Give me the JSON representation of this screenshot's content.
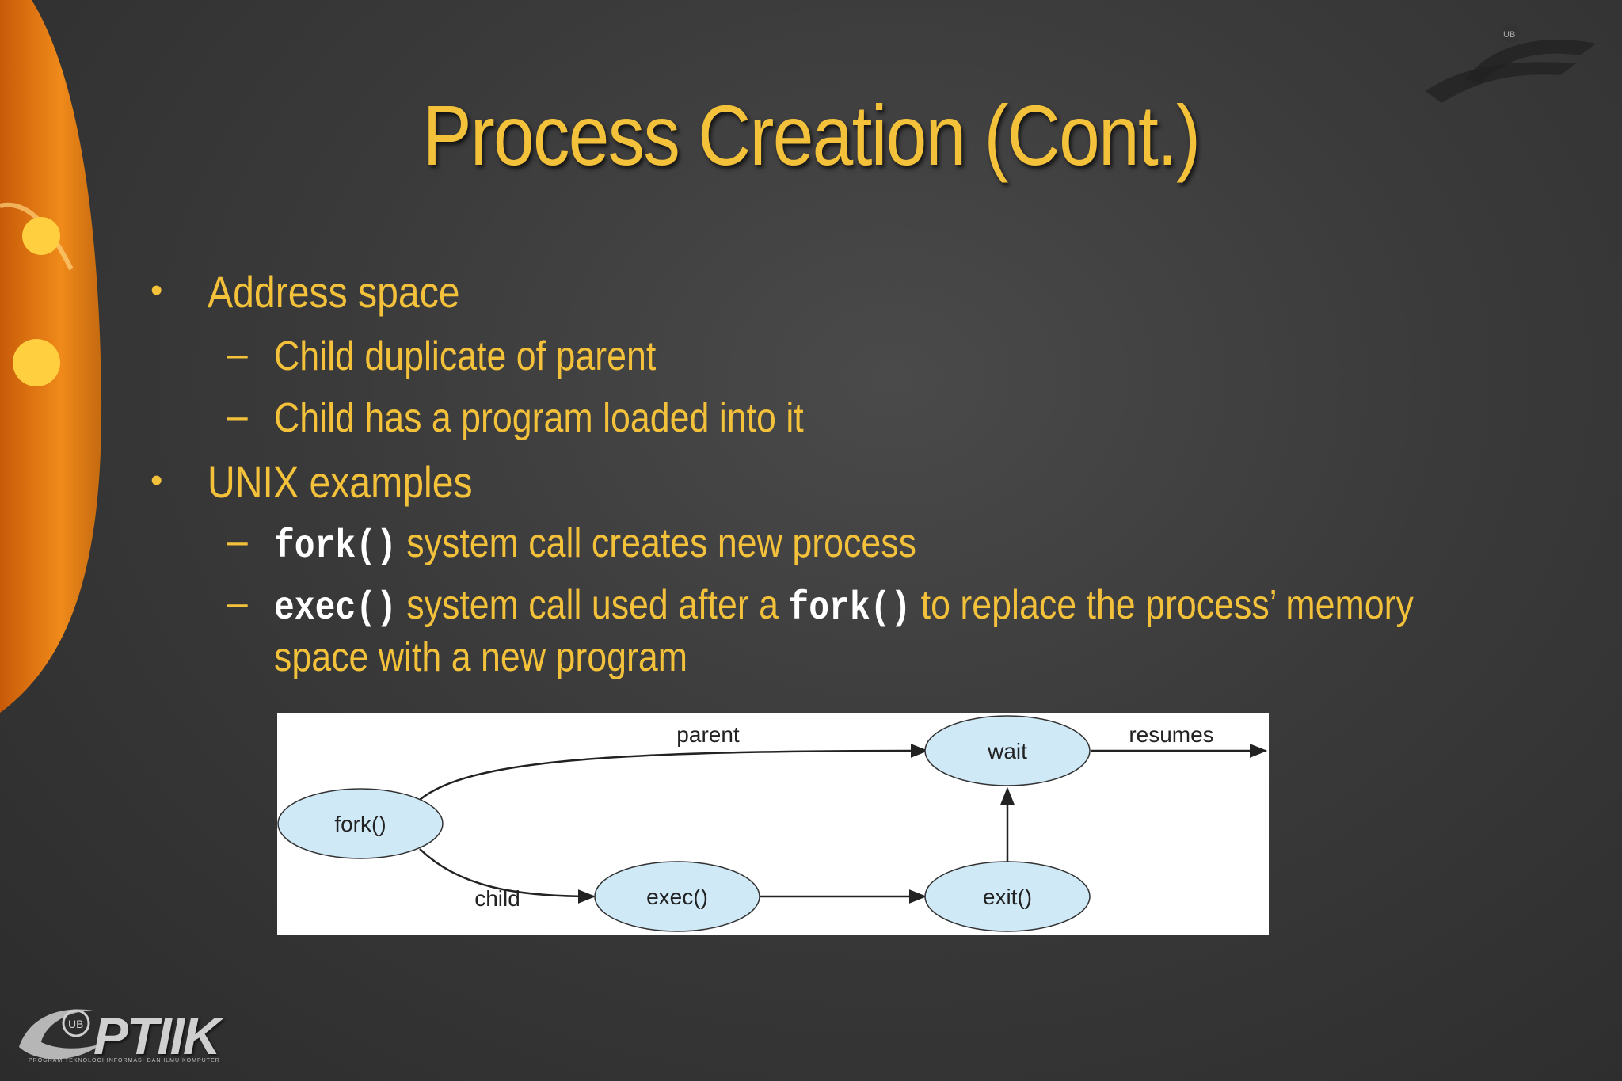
{
  "slide": {
    "title": "Process Creation (Cont.)",
    "bullets": [
      {
        "marker": "•",
        "text": "Address space"
      },
      {
        "marker": "•",
        "text": "UNIX examples"
      }
    ],
    "subbullets": [
      {
        "marker": "–",
        "text": "Child duplicate of parent"
      },
      {
        "marker": "–",
        "text": "Child has a program loaded into it"
      },
      {
        "marker": "–",
        "code1": "fork()",
        "text1": " system call creates new process"
      },
      {
        "marker": "–",
        "code1": "exec()",
        "text1": " system call used after a ",
        "code2": "fork()",
        "text2": " to replace the process’ memory",
        "cont": "space with a new program"
      }
    ]
  },
  "diagram": {
    "nodes": {
      "fork": "fork()",
      "exec": "exec()",
      "wait": "wait",
      "exit": "exit()"
    },
    "edges": {
      "parent": "parent",
      "child": "child",
      "resumes": "resumes"
    }
  },
  "logos": {
    "bottom": "PTIIK",
    "bottom_badge": "UB",
    "bottom_caption": "PROGRAM TEKNOLOGI INFORMASI DAN ILMU KOMPUTER",
    "corner_badge": "UB"
  },
  "colors": {
    "title": "#f3c13a",
    "text": "#f3c13a",
    "code": "#ffffff",
    "node_fill": "#cfe9f7",
    "accent_orange": "#e07a10"
  }
}
